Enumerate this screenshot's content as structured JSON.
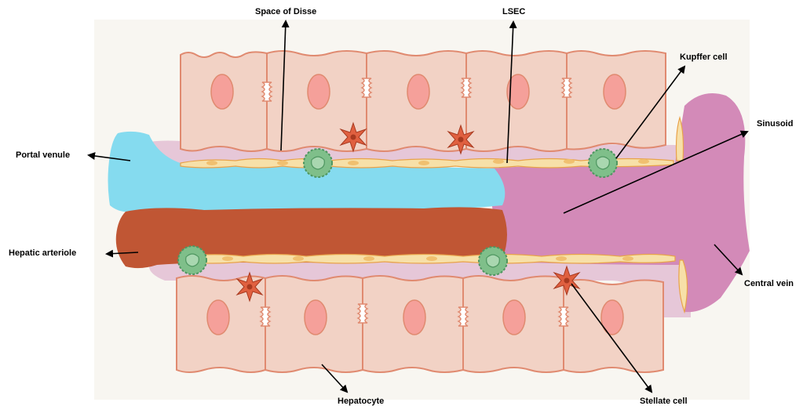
{
  "labels": {
    "space_of_disse": "Space of Disse",
    "lsec": "LSEC",
    "kupffer_cell": "Kupffer cell",
    "sinusoid": "Sinusoid",
    "portal_venule": "Portal venule",
    "hepatic_arteriole": "Hepatic arteriole",
    "central_vein": "Central vein",
    "hepatocyte": "Hepatocyte",
    "stellate_cell": "Stellate cell"
  },
  "colors": {
    "background_panel": "#f8f6f1",
    "hepatocyte_fill": "#f2d2c5",
    "hepatocyte_border": "#e08a70",
    "nucleus": "#f5a09a",
    "portal_venule": "#85dbef",
    "hepatic_arteriole": "#c05634",
    "sinusoid": "#d38ab8",
    "space_of_disse": "#e6c7d8",
    "lsec": "#f7e0a8",
    "kupffer": "#7fbf8a",
    "stellate": "#e06040"
  }
}
